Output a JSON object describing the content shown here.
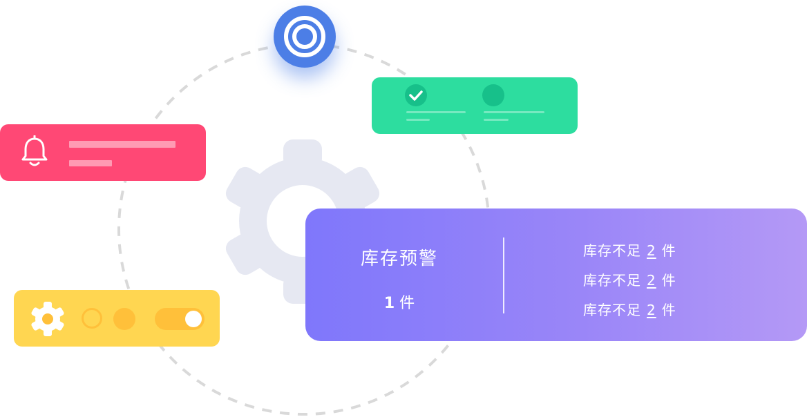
{
  "colors": {
    "ring": "#4c7ee6",
    "green_card": "#2ddd9f",
    "pink_card": "#ff4875",
    "yellow_card": "#ffd651",
    "purple_start": "#7f77fb",
    "purple_end": "#b499f6",
    "gear": "#e6e8f2",
    "orbit": "#d9d9d9"
  },
  "icons": {
    "ring": "target-ring-icon",
    "check": "check-icon",
    "bell": "bell-icon",
    "settings": "gear-icon",
    "background": "gear-icon"
  },
  "yellow_card": {
    "toggle_on": true
  },
  "stock_card": {
    "title": "库存预警",
    "count_value": "1",
    "count_unit": "件",
    "alerts": [
      {
        "prefix": "库存不足",
        "num": "2",
        "unit": "件"
      },
      {
        "prefix": "库存不足",
        "num": "2",
        "unit": "件"
      },
      {
        "prefix": "库存不足",
        "num": "2",
        "unit": "件"
      }
    ]
  }
}
